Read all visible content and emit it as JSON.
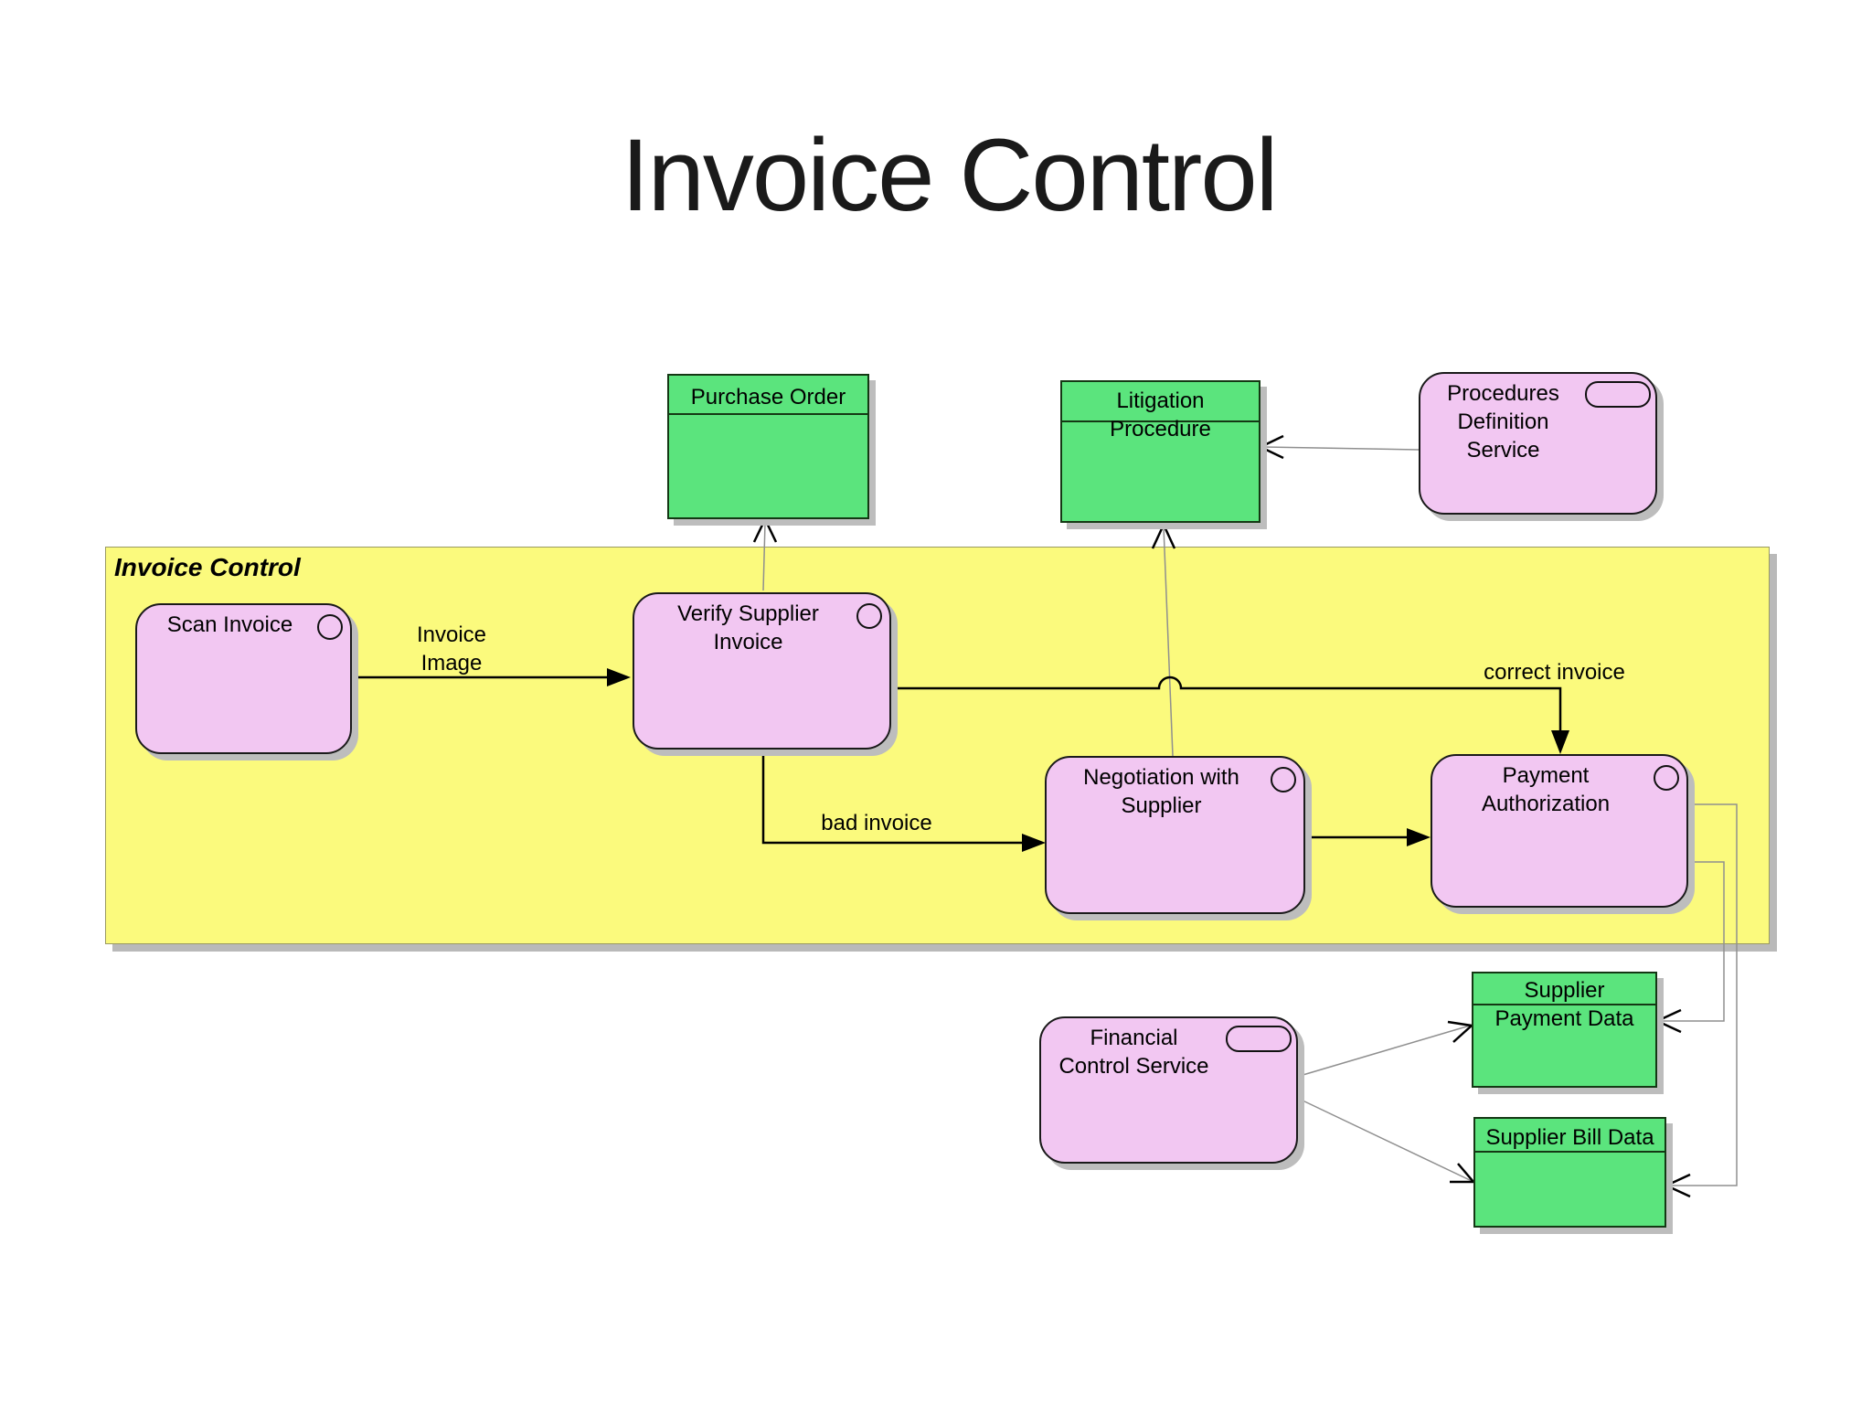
{
  "title": "Invoice Control",
  "container": {
    "label": "Invoice Control"
  },
  "nodes": {
    "purchase_order": {
      "label": "Purchase Order"
    },
    "litigation_procedure": {
      "line1": "Litigation",
      "line2": "Procedure"
    },
    "procedures_definition_service": {
      "line1": "Procedures",
      "line2": "Definition",
      "line3": "Service"
    },
    "scan_invoice": {
      "label": "Scan Invoice"
    },
    "verify_supplier_invoice": {
      "line1": "Verify Supplier",
      "line2": "Invoice"
    },
    "negotiation_with_supplier": {
      "line1": "Negotiation with",
      "line2": "Supplier"
    },
    "payment_authorization": {
      "line1": "Payment",
      "line2": "Authorization"
    },
    "financial_control_service": {
      "line1": "Financial",
      "line2": "Control Service"
    },
    "supplier_payment_data": {
      "line1": "Supplier",
      "line2": "Payment Data"
    },
    "supplier_bill_data": {
      "label": "Supplier Bill Data"
    }
  },
  "edge_labels": {
    "invoice_image_line1": "Invoice",
    "invoice_image_line2": "Image",
    "bad_invoice": "bad invoice",
    "correct_invoice": "correct invoice"
  },
  "colors": {
    "green-fill": "#5be47d",
    "green-border": "#143814",
    "pink-fill": "#f2c7f2",
    "pink-border": "#1a1a1a",
    "yellow-fill": "#fbfa7d",
    "yellow-border": "#9a9a62",
    "shadow": "#bdbdbd",
    "wire-gray": "#8f8f8f"
  }
}
